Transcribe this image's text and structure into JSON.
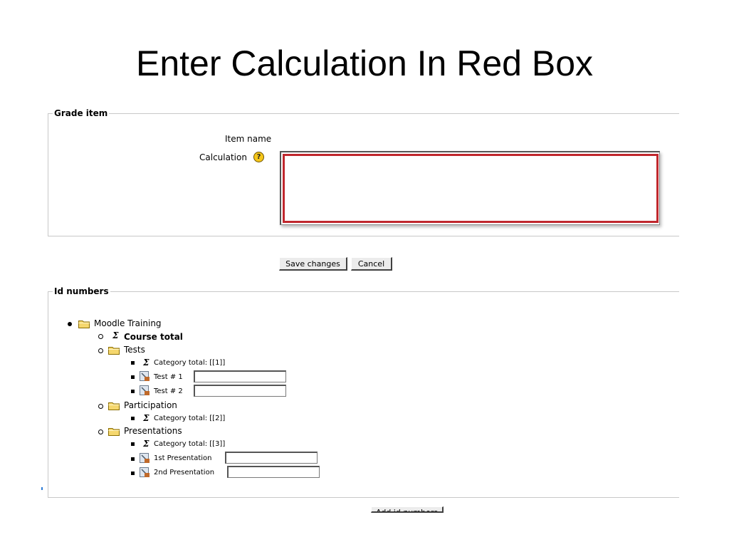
{
  "slide": {
    "title": "Enter Calculation In Red Box"
  },
  "grade_item": {
    "legend": "Grade item",
    "item_name_label": "Item name",
    "calculation_label": "Calculation",
    "help_glyph": "?",
    "calculation_value": ""
  },
  "buttons": {
    "save": "Save changes",
    "cancel": "Cancel",
    "add": "Add id numbers"
  },
  "id_numbers": {
    "legend": "Id numbers",
    "tree": {
      "root": "Moodle Training",
      "course_total": "Course total",
      "tests": {
        "label": "Tests",
        "category_total": "Category total: [[1]]",
        "items": [
          {
            "label": "Test # 1",
            "value": ""
          },
          {
            "label": "Test # 2",
            "value": ""
          }
        ]
      },
      "participation": {
        "label": "Participation",
        "category_total": "Category total: [[2]]"
      },
      "presentations": {
        "label": "Presentations",
        "category_total": "Category total: [[3]]",
        "items": [
          {
            "label": "1st Presentation",
            "value": ""
          },
          {
            "label": "2nd Presentation",
            "value": ""
          }
        ]
      }
    }
  },
  "colors": {
    "highlight": "#c0272d",
    "folder": "#f5d76e",
    "help": "#f6c71a"
  },
  "icons": {
    "folder": "folder-icon",
    "sigma": "sigma-icon",
    "grade_item": "grade-item-icon",
    "help": "help-icon"
  }
}
